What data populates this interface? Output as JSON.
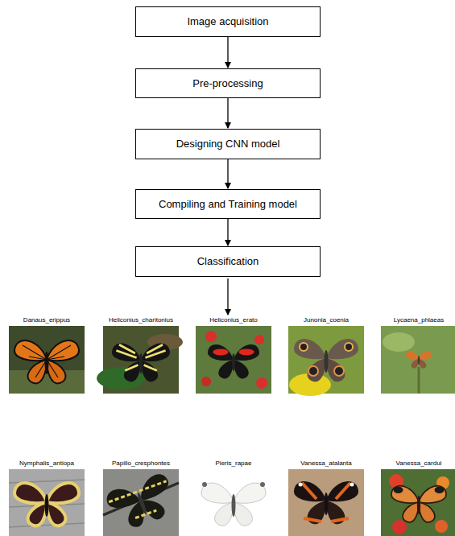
{
  "diagram": {
    "nodes": [
      {
        "text": [
          "Image acquisition"
        ]
      },
      {
        "text": [
          "Pre-processing"
        ]
      },
      {
        "text": [
          "Designing CNN model"
        ]
      },
      {
        "text": [
          "Compiling and Training model"
        ]
      },
      {
        "text": [
          "Classification"
        ]
      }
    ],
    "edges": [
      {
        "from": 0,
        "to": 1,
        "arrow": "to"
      },
      {
        "from": 1,
        "to": 2,
        "arrow": "to"
      },
      {
        "from": 2,
        "to": 3,
        "arrow": "to"
      },
      {
        "from": 3,
        "to": 4,
        "arrow": "to"
      }
    ],
    "labels": [
      "Danaus_erippus",
      "Heliconius_charitonius",
      "Heliconius_erato",
      "Junonia_coenia",
      "Lycaena_phlaeas",
      "Nymphalis_antiopa",
      "Papilio_cresphontes",
      "Pieris_rapae",
      "Vanessa_atalanta",
      "Vanessa_cardui"
    ]
  }
}
